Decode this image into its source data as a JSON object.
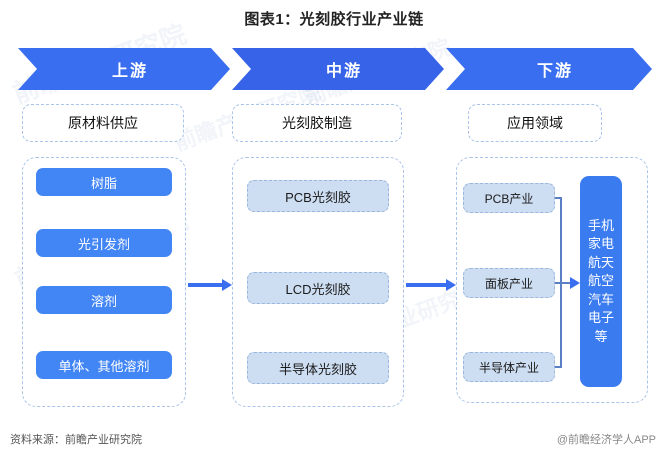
{
  "title": "图表1：光刻胶行业产业链",
  "band": {
    "stages": [
      {
        "label": "上游",
        "color": "#3a6ef0"
      },
      {
        "label": "中游",
        "color": "#3663e8"
      },
      {
        "label": "下游",
        "color": "#3a6ef0"
      }
    ]
  },
  "columns": {
    "upstream": {
      "header": "原材料供应",
      "items": [
        "树脂",
        "光引发剂",
        "溶剂",
        "单体、其他溶剂"
      ]
    },
    "midstream": {
      "header": "光刻胶制造",
      "items": [
        "PCB光刻胶",
        "LCD光刻胶",
        "半导体光刻胶"
      ]
    },
    "downstream": {
      "header": "应用领域",
      "items": [
        "PCB产业",
        "面板产业",
        "半导体产业"
      ],
      "application_box": [
        "手机",
        "家电",
        "航天",
        "航空",
        "汽车",
        "电子",
        "等"
      ]
    }
  },
  "footer": {
    "source": "资料来源：前瞻产业研究院",
    "credit": "@前瞻经济学人APP"
  },
  "watermark": "前瞻产业研究院",
  "colors": {
    "banner_blue": "#3a6ef0",
    "banner_blue_alt": "#3663e8",
    "item_solid_blue": "#4285f4",
    "item_light_blue": "#cdddf2",
    "dashed_border": "#aac3e8",
    "connector_blue": "#3a6ef0",
    "app_box_blue": "#3a7bf0"
  }
}
